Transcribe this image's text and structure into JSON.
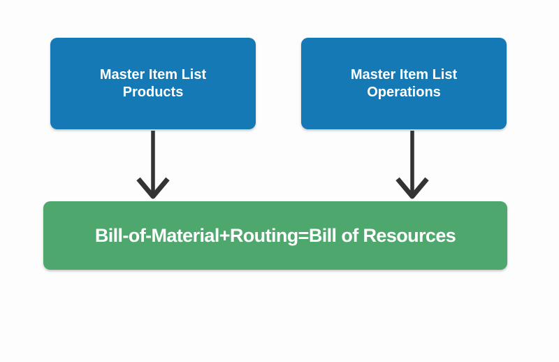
{
  "diagram": {
    "colors": {
      "background": "#fdfdfd",
      "box_blue": "#1579B6",
      "box_green": "#4EA76D",
      "arrow": "#333333",
      "text": "#FFFFFF"
    },
    "nodes": {
      "products": {
        "line1": "Master Item List",
        "line2": "Products"
      },
      "operations": {
        "line1": "Master Item List",
        "line2": "Operations"
      },
      "result": {
        "label": "Bill-of-Material+Routing=Bill of Resources"
      }
    },
    "arrows": [
      {
        "from": "products",
        "to": "result",
        "direction": "down"
      },
      {
        "from": "operations",
        "to": "result",
        "direction": "down"
      }
    ]
  }
}
